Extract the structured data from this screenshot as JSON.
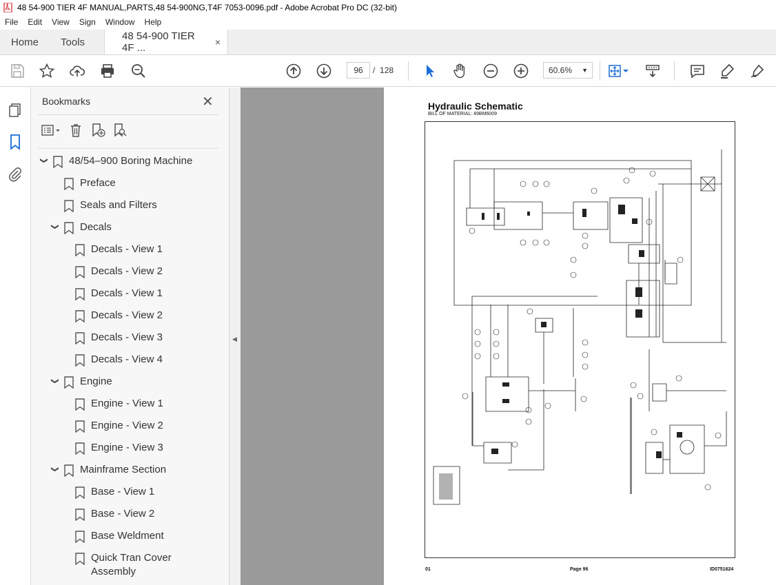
{
  "window": {
    "title": "48 54-900 TIER 4F MANUAL,PARTS,48 54-900NG,T4F 7053-0096.pdf - Adobe Acrobat Pro DC (32-bit)"
  },
  "menu": [
    "File",
    "Edit",
    "View",
    "Sign",
    "Window",
    "Help"
  ],
  "tabs": {
    "home": "Home",
    "tools": "Tools",
    "document": "48 54-900 TIER 4F ...",
    "close": "×"
  },
  "toolbar": {
    "page_current": "96",
    "page_sep": "/",
    "page_total": "128",
    "zoom": "60.6%"
  },
  "bookmarks": {
    "title": "Bookmarks",
    "items": [
      {
        "label": "48/54–900 Boring Machine",
        "level": 0,
        "expanded": true
      },
      {
        "label": "Preface",
        "level": 1
      },
      {
        "label": "Seals and Filters",
        "level": 1
      },
      {
        "label": "Decals",
        "level": 1,
        "expanded": true
      },
      {
        "label": "Decals - View 1",
        "level": 2
      },
      {
        "label": "Decals - View 2",
        "level": 2
      },
      {
        "label": "Decals - View 1",
        "level": 2
      },
      {
        "label": "Decals - View 2",
        "level": 2
      },
      {
        "label": "Decals - View 3",
        "level": 2
      },
      {
        "label": "Decals - View 4",
        "level": 2
      },
      {
        "label": "Engine",
        "level": 1,
        "expanded": true
      },
      {
        "label": "Engine - View 1",
        "level": 2
      },
      {
        "label": "Engine - View 2",
        "level": 2
      },
      {
        "label": "Engine - View 3",
        "level": 2
      },
      {
        "label": "Mainframe Section",
        "level": 1,
        "expanded": true
      },
      {
        "label": "Base - View 1",
        "level": 2
      },
      {
        "label": "Base - View 2",
        "level": 2
      },
      {
        "label": "Base Weldment",
        "level": 2
      },
      {
        "label": "Quick Tran Cover Assembly",
        "level": 2
      }
    ]
  },
  "document": {
    "title": "Hydraulic Schematic",
    "subtitle": "BILL OF MATERIAL: 49BM6009",
    "footer_left": "01",
    "footer_center": "Page 96",
    "footer_right": "ID0751624"
  }
}
